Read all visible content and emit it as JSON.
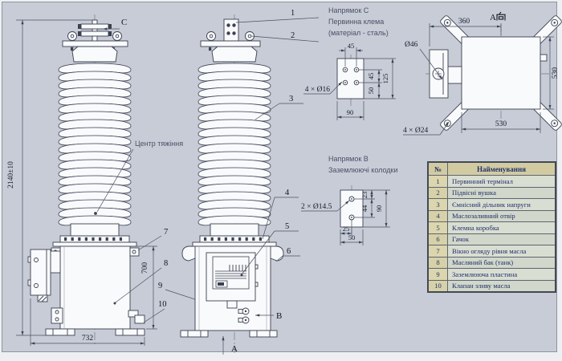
{
  "labels": {
    "direction_c": "C",
    "direction_b": "B",
    "direction_a": "A",
    "center_of_gravity": "Центр тяжіння"
  },
  "dims_front": {
    "overall_height": "2140±10",
    "base_width": "732",
    "tank_height": "700"
  },
  "callouts": [
    "1",
    "2",
    "3",
    "4",
    "5",
    "6",
    "7",
    "8",
    "9",
    "10"
  ],
  "detail_c": {
    "line1": "Напрямок C",
    "line2": "Первинна клема",
    "line3": "(матеріал - сталь)",
    "holes_label": "4 × Ø16",
    "dim_top": "45",
    "dim_right_upper": "45",
    "dim_right_lower": "50",
    "dim_right_total": "125",
    "dim_bottom": "90"
  },
  "detail_b": {
    "line1": "Напрямок B",
    "line2": "Заземлюючі колодки",
    "holes_label": "2 × Ø14.5",
    "dim_right_top": "23",
    "dim_right_mid": "44",
    "dim_right_total": "90",
    "dim_bottom_half": "25",
    "dim_bottom_full": "50"
  },
  "view_a": {
    "title": "А向",
    "title_letter": "А",
    "dim_top": "360",
    "dim_right": "530",
    "dim_bottom": "530",
    "hole_label": "Ø46",
    "feet_label": "4 × Ø24"
  },
  "parts_table": {
    "col_num": "№",
    "col_name": "Найменування",
    "rows": [
      {
        "num": "1",
        "name": "Первинний термінал"
      },
      {
        "num": "2",
        "name": "Підвісні вушка"
      },
      {
        "num": "3",
        "name": "Ємнісний дільник напруги"
      },
      {
        "num": "4",
        "name": "Маслозаливний отвір"
      },
      {
        "num": "5",
        "name": "Клемна коробка"
      },
      {
        "num": "6",
        "name": "Гачок"
      },
      {
        "num": "7",
        "name": "Вікно огляду рівня масла"
      },
      {
        "num": "8",
        "name": "Масляний бак (танк)"
      },
      {
        "num": "9",
        "name": "Заземлююча пластина"
      },
      {
        "num": "10",
        "name": "Клапан зливу масла"
      }
    ]
  }
}
